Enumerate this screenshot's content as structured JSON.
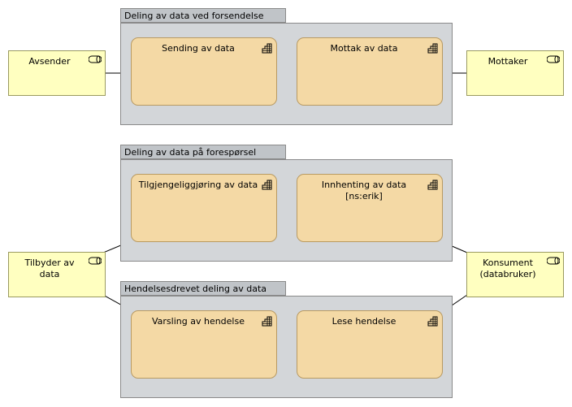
{
  "groups": [
    {
      "title": "Deling av data ved forsendelse",
      "functions": [
        {
          "label": "Sending av data"
        },
        {
          "label": "Mottak av data"
        }
      ]
    },
    {
      "title": "Deling av data på forespørsel",
      "functions": [
        {
          "label": "Tilgjengeliggjøring av data"
        },
        {
          "label": "Innhenting av data\n[ns:erik]"
        }
      ]
    },
    {
      "title": "Hendelsesdrevet deling av data",
      "functions": [
        {
          "label": "Varsling av hendelse"
        },
        {
          "label": "Lese hendelse"
        }
      ]
    }
  ],
  "actors": [
    {
      "label": "Avsender"
    },
    {
      "label": "Mottaker"
    },
    {
      "label": "Tilbyder av\ndata"
    },
    {
      "label": "Konsument\n(databruker)"
    }
  ],
  "colors": {
    "group_fill": "#d3d6d9",
    "group_tab": "#c0c4c8",
    "function_fill": "#f4d9a5",
    "actor_fill": "#ffffc0"
  },
  "icons": {
    "function": "function-icon",
    "actor": "business-role-icon"
  }
}
